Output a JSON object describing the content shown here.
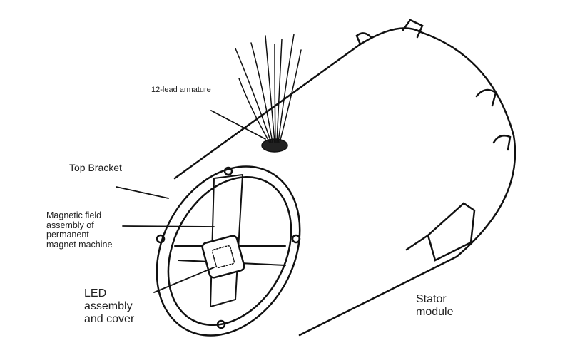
{
  "labels": {
    "armature": "12-lead armature",
    "top_bracket": "Top Bracket",
    "magnetic_field": "Magnetic field\nassembly of\npermanent\nmagnet machine",
    "led": "LED\nassembly\nand cover",
    "stator": "Stator\nmodule"
  }
}
